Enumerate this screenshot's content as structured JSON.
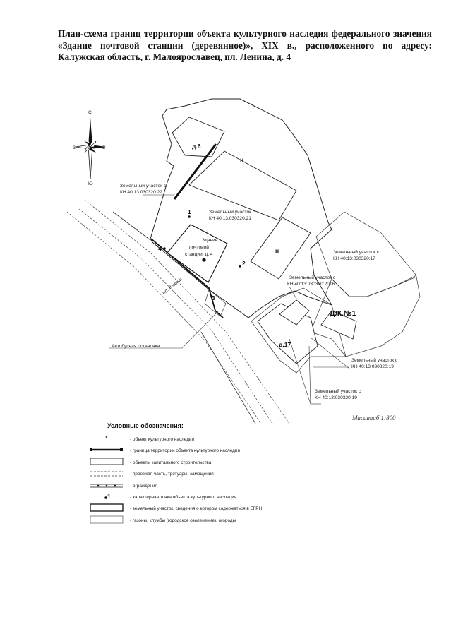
{
  "document": {
    "title": "План-схема границ территории объекта культурного наследия федерального значения «Здание почтовой станции (деревянное)», XIX в., расположенного по адресу: Калужская область, г. Малоярославец, пл. Ленина, д. 4"
  },
  "compass": {
    "north": "С",
    "south": "Ю",
    "west": "З",
    "east": "В"
  },
  "map": {
    "building_d6": "д.6",
    "letter_n1": "н",
    "letter_n2": "н",
    "parcel_22_line1": "Земельный участок с",
    "parcel_22_line2": "КН 40:13:030320:22",
    "parcel_21_line1": "Земельный участок с",
    "parcel_21_line2": "КН 40:13:030320:21",
    "parcel_17_line1": "Земельный участок с",
    "parcel_17_line2": "КН 40:13:030320:17",
    "parcel_2016_line1": "Земельный участок с",
    "parcel_2016_line2": "КН 40:13:030320:2016",
    "parcel_19a_line1": "Земельный участок с",
    "parcel_19a_line2": "КН 40:13:030320:19",
    "parcel_19b_line1": "Земельный участок с",
    "parcel_19b_line2": "КН 40:13:030320:19",
    "object_line1": "Здание",
    "object_line2": "почтовой",
    "object_line3": "станции, д. 4",
    "point1": "1",
    "point2": "2",
    "point3": "3",
    "point4": "4",
    "street": "пл. Ленина",
    "bus_stop": "Автобусная остановка",
    "building_dzh1": "ДЖ.№1",
    "building_d17": "д.17",
    "scale": "Масштаб 1:800"
  },
  "legend": {
    "heading": "Условные обозначения:",
    "items": [
      "- объект культурного наследия",
      "- граница территории объекта культурного наследия",
      "- объекты капитального строительства",
      "- проезжая часть, тротуары, замощения",
      "- ограждения",
      "- характерная точка объекта культурного наследия",
      "- земельный участок, сведения о котором содержаться в ЕГРН",
      "- газоны, клумбы (городское озеленение), огороды"
    ],
    "point_symbol_label": "1"
  }
}
